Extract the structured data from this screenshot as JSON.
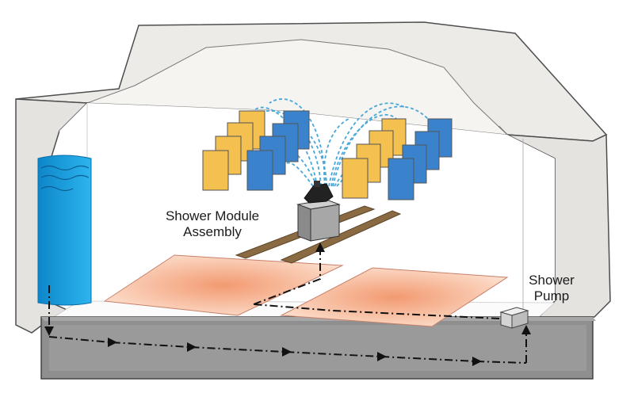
{
  "labels": {
    "shower_module": [
      "Shower Module",
      "Assembly"
    ],
    "shower_pump": [
      "Shower",
      "Pump"
    ]
  },
  "colors": {
    "enclosure": "#ecebe8",
    "enclosure_edge": "#5a5a5a",
    "interior": "#ffffff",
    "base": "#8e8e8e",
    "water": "#1aa0df",
    "panel_yellow": "#f4c04f",
    "panel_blue": "#3a82cc",
    "spray": "#4aa7d8",
    "heat_pad": "#f7b48f",
    "rail": "#8a6a42",
    "module": "#9b9b9b",
    "pump": "#d9d9d9"
  },
  "icons": {
    "flow_arrow": "arrowhead-icon",
    "spray": "water-spray-icon"
  }
}
